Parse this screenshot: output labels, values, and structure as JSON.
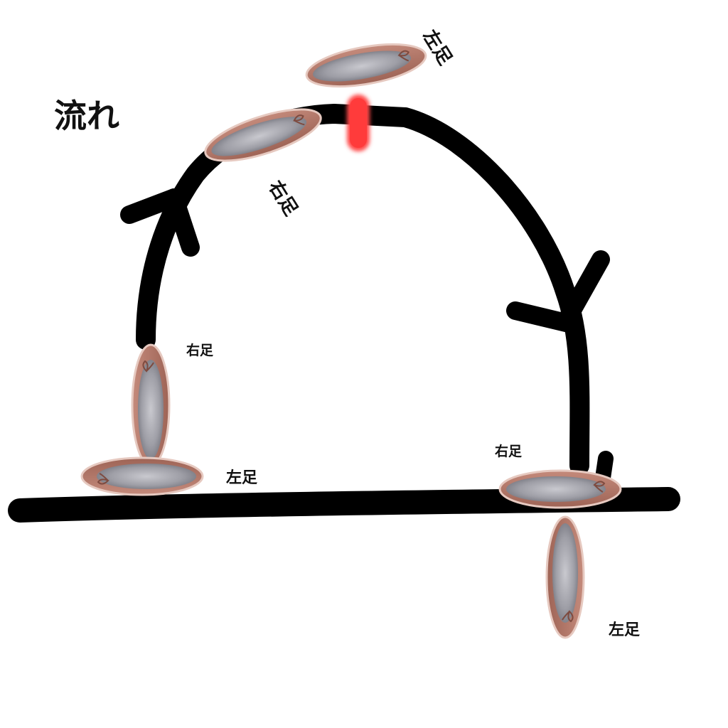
{
  "title": "流れ",
  "labels": {
    "left_foot_top": "左足",
    "right_foot_arc": "右足",
    "right_foot_start": "右足",
    "left_foot_start": "左足",
    "right_foot_end": "右足",
    "left_foot_end": "左足"
  },
  "colors": {
    "path": "#000000",
    "highlight": "#ff4a4a",
    "shoe_leather": "#b87a6c",
    "shoe_lining": "#d9b9ac",
    "insole": "#8e8e96"
  },
  "icons": [
    "ballet-shoe-icon",
    "arrow-up-icon",
    "arrow-down-icon",
    "peak-marker-icon"
  ]
}
